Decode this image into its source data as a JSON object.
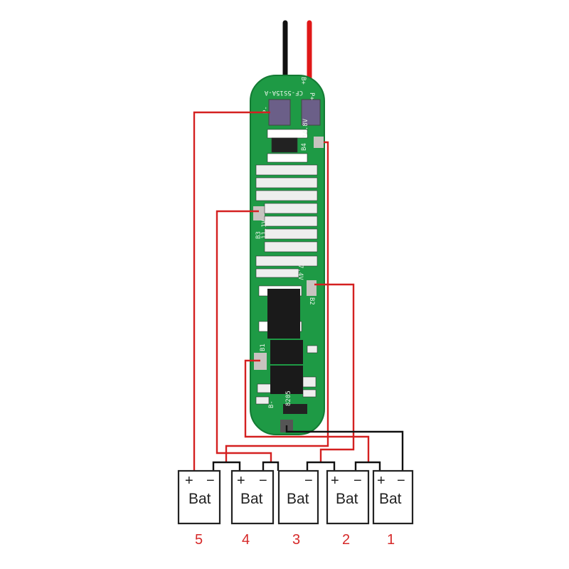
{
  "board": {
    "model": "CF-5S15A-A",
    "pads": {
      "b_plus": "B+",
      "p_plus": "P+",
      "p_minus": "P-",
      "b4": "B4",
      "b4_voltage": "14.8V",
      "b3": "B3",
      "b3_voltage": "11.1V",
      "b2": "B2",
      "b2_voltage": "7.4V",
      "b1": "B1",
      "b_minus": "B-",
      "chip": "8205"
    },
    "colors": {
      "pcb": "#1e9a45",
      "pcb_edge": "#137a33",
      "silk": "#e8f5e8"
    }
  },
  "wires": {
    "negative_color": "#111111",
    "positive_color": "#e01818",
    "connection_color": "#d42020",
    "ground_color": "#111111"
  },
  "batteries": [
    {
      "plus": "+",
      "minus": "−",
      "label": "Bat",
      "number": "5"
    },
    {
      "plus": "+",
      "minus": "−",
      "label": "Bat",
      "number": "4"
    },
    {
      "plus": "−",
      "minus": "",
      "label": "Bat",
      "number": "3"
    },
    {
      "plus": "+",
      "minus": "−",
      "label": "Bat",
      "number": "2"
    },
    {
      "plus": "+",
      "minus": "−",
      "label": "Bat",
      "number": "1"
    }
  ]
}
